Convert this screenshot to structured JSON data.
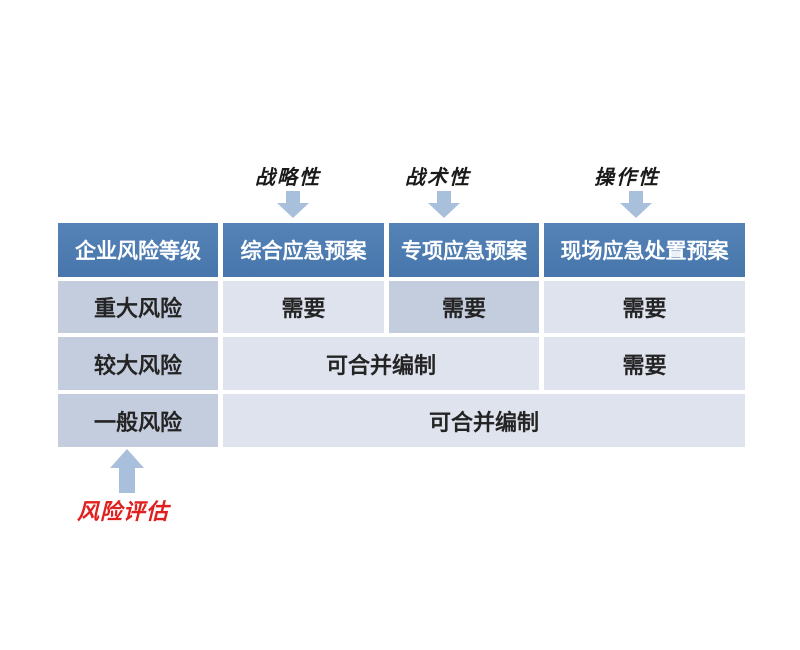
{
  "colors": {
    "header_bg": "#4a79af",
    "header_text": "#ffffff",
    "level_cell_bg": "#c4cdde",
    "value_cell_bg": "#dee3ee",
    "highlight_cell_bg": "#c4cdde",
    "body_text": "#242424",
    "arrow": "#a9c0dc",
    "annotation_red": "#e01f1f"
  },
  "icons": {
    "down_arrow": "filled-down-block-arrow",
    "up_arrow": "filled-up-block-arrow"
  },
  "top_labels": [
    "战略性",
    "战术性",
    "操作性"
  ],
  "table": {
    "headers": [
      "企业风险等级",
      "综合应急预案",
      "专项应急预案",
      "现场应急处置预案"
    ],
    "rows": [
      {
        "level": "重大风险",
        "cells": [
          "需要",
          "需要",
          "需要"
        ]
      },
      {
        "level": "较大风险",
        "merged": "可合并编制",
        "cells": [
          "需要"
        ]
      },
      {
        "level": "一般风险",
        "merged": "可合并编制"
      }
    ]
  },
  "bottom_label": "风险评估"
}
